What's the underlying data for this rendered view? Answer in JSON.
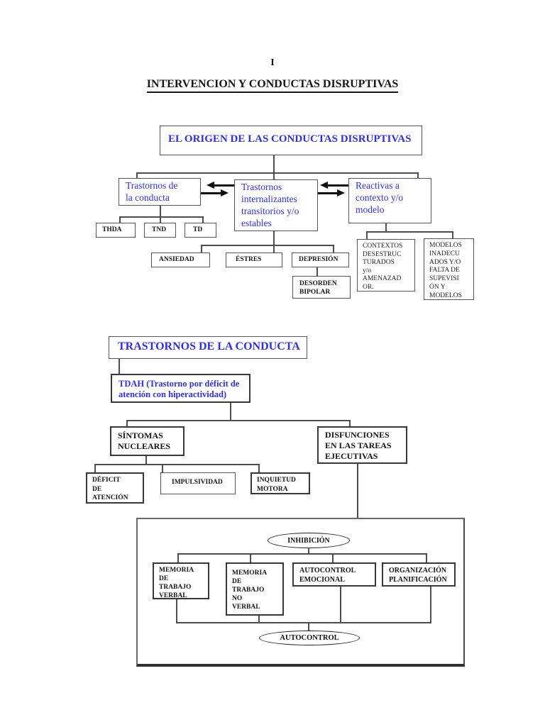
{
  "page": {
    "number": "I",
    "title": "INTERVENCION Y CONDUCTAS DISRUPTIVAS"
  },
  "colors": {
    "accent_blue": "#3030e0",
    "connector_line": "#4e4e4e",
    "text_black": "#161616",
    "background": "#ffffff"
  },
  "diagram1": {
    "root": "EL ORIGEN DE LAS CONDUCTAS DISRUPTIVAS",
    "branch_conducta": "Trastornos de\nla conducta",
    "branch_internalizantes": "Trastornos\ninternalizantes\ntransitorios y/o\nestables",
    "branch_reactivas": "Reactivas a\ncontexto y/o\nmodelo",
    "thda": "THDA",
    "tnd": "TND",
    "td": "TD",
    "ansiedad": "ANSIEDAD",
    "estres": "ÉSTRES",
    "depresion": "DEPRESIÓN",
    "desorden_bipolar": "DESORDEN\nBIPOLAR",
    "contextos": "CONTEXTOS\nDESESTRUC\nTURADOS\ny/o\nAMENAZAD\nOR.",
    "modelos": "MODELOS\nINADECU\nADOS Y/O\nFALTA DE\nSUPEVISI\nÓN Y\nMODELOS"
  },
  "diagram2": {
    "header": "TRASTORNOS DE LA CONDUCTA",
    "tdah": "TDAH (Trastorno por déficit de\natención con hiperactividad)",
    "sintomas": "SÍNTOMAS\nNUCLEARES",
    "disfunciones": "DISFUNCIONES\nEN LAS TAREAS\nEJECUTIVAS",
    "deficit_atencion": "DÉFICIT\nDE\nATENCIÓN",
    "impulsividad": "IMPULSIVIDAD",
    "inquietud_motora": "INQUIETUD\nMOTORA",
    "inhibicion": "INHIBICIÓN",
    "memoria_trabajo_verbal": "MEMORIA\nDE\nTRABAJO\nVERBAL",
    "memoria_trabajo_no_verbal": "MEMORIA\nDE\nTRABAJO\nNO\nVERBAL",
    "autocontrol_emocional": "AUTOCONTROL\nEMOCIONAL",
    "organizacion_planificacion": "ORGANIZACIÓN\nPLANIFICACIÓN",
    "autocontrol": "AUTOCONTROL"
  }
}
